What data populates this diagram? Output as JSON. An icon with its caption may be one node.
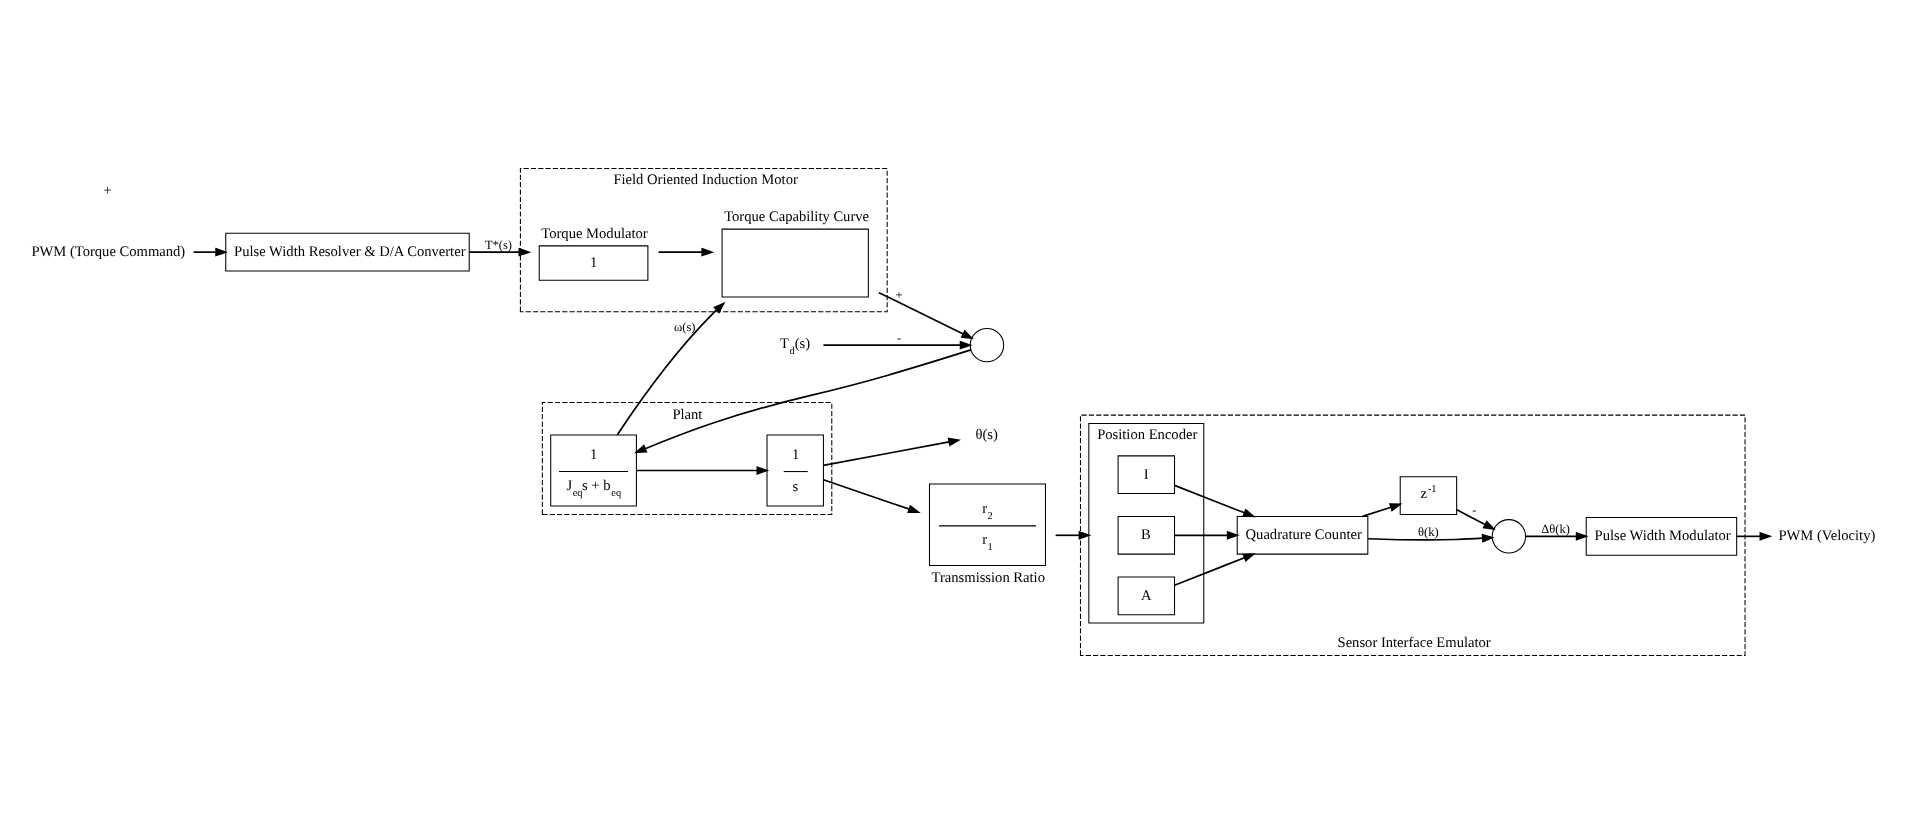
{
  "diagram": {
    "nodes": [
      {
        "text": [
          "PWM (Torque Command)"
        ]
      },
      {
        "text": [
          "Pulse Width Resolver & D/A Converter"
        ]
      },
      {
        "text": [
          "Field Oriented Induction Motor"
        ]
      },
      {
        "text": [
          "1"
        ],
        "in": 2,
        "beside": [
          "Torque Modulator"
        ]
      },
      {
        "text": [],
        "shape": "box",
        "in": 2,
        "beside": [
          "Torque Capability Curve"
        ]
      },
      {
        "text": [
          "T$_{d}$(s)"
        ]
      },
      {
        "text": [],
        "shape": "circle"
      },
      {
        "text": [
          "Plant"
        ]
      },
      {
        "text": [
          "1",
          "J$_{eq}$s + b$_{eq}$"
        ],
        "in": 7
      },
      {
        "text": [
          "1",
          "s"
        ],
        "in": 7
      },
      {
        "text": [
          "θ(s)"
        ]
      },
      {
        "text": [
          "Sensor Interface Emulator"
        ]
      },
      {
        "text": [
          "Pulse Width Modulator"
        ],
        "in": 11
      },
      {
        "text": [],
        "shape": "circle",
        "in": 11
      },
      {
        "text": [
          "z$^{-1}$"
        ],
        "in": 11
      },
      {
        "text": [
          "Quadrature Counter"
        ],
        "in": 11
      },
      {
        "text": [
          "Position Encoder"
        ],
        "in": 11
      },
      {
        "text": [
          "A"
        ],
        "in": 16
      },
      {
        "text": [
          "B"
        ],
        "in": 16
      },
      {
        "text": [
          "I"
        ],
        "in": 16
      },
      {
        "text": [
          "r$_{2}$",
          "r$_{1}$"
        ],
        "beside": [
          "Transmission Ratio"
        ]
      },
      {
        "text": [
          "PWM (Velocity)"
        ]
      }
    ],
    "edges": [
      {
        "from": 0,
        "to": 1,
        "arrow": "to"
      },
      {
        "from": 1,
        "to": 3,
        "arrow": "to",
        "label": "T*(s)"
      },
      {
        "from": 3,
        "to": 4,
        "arrow": "to"
      },
      {
        "from": 4,
        "to": 6,
        "arrow": "to",
        "label": "+"
      },
      {
        "from": 5,
        "to": 6,
        "arrow": "to",
        "label": "-"
      },
      {
        "from": 6,
        "to": 8,
        "arrow": "to"
      },
      {
        "from": 8,
        "to": 9,
        "arrow": "to"
      },
      {
        "from": 8,
        "to": 4,
        "arrow": "to",
        "label": "ω(s)"
      },
      {
        "from": 9,
        "to": 10,
        "arrow": "to"
      },
      {
        "from": 9,
        "to": 20,
        "arrow": "to"
      },
      {
        "from": 20,
        "to": 16,
        "arrow": "to"
      },
      {
        "from": 17,
        "to": 15,
        "arrow": "to"
      },
      {
        "from": 18,
        "to": 15,
        "arrow": "to"
      },
      {
        "from": 19,
        "to": 15,
        "arrow": "to"
      },
      {
        "from": 15,
        "to": 13,
        "arrow": "to",
        "label": "θ(k)"
      },
      {
        "from": 15,
        "to": 14,
        "arrow": "to"
      },
      {
        "from": 14,
        "to": 13,
        "arrow": "to",
        "label": "-"
      },
      {
        "from": 13,
        "to": 12,
        "arrow": "to",
        "label": "Δθ(k)"
      },
      {
        "from": 12,
        "to": 21,
        "arrow": "to"
      }
    ],
    "labels": [
      "+"
    ]
  }
}
